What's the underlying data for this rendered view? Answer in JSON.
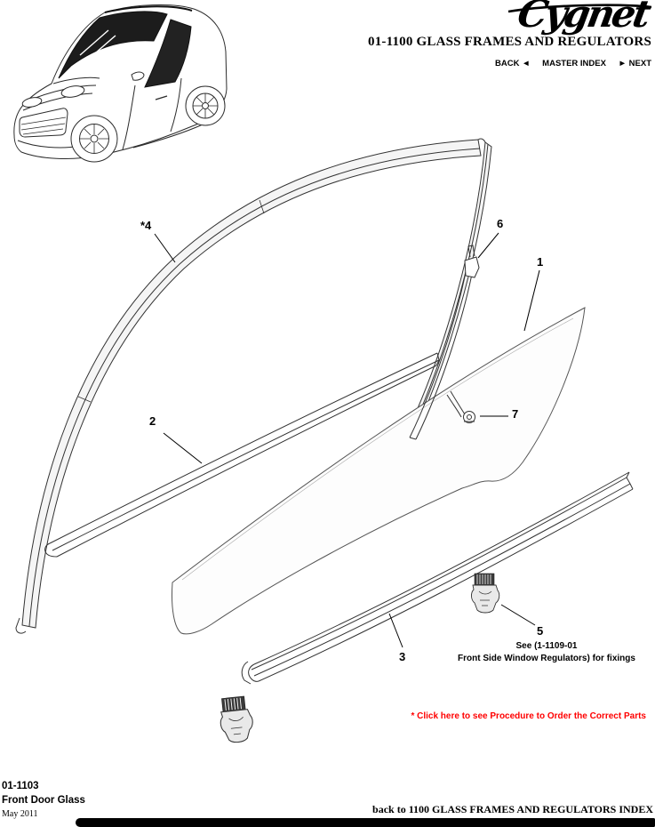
{
  "header": {
    "logo": "Cygnet",
    "title": "01-1100 GLASS FRAMES AND REGULATORS",
    "nav": {
      "back": "BACK",
      "back_arrow": "◄",
      "master_index": "MASTER INDEX",
      "next_arrow": "►",
      "next": "NEXT"
    }
  },
  "diagram": {
    "callouts": [
      {
        "label": "*4"
      },
      {
        "label": "6"
      },
      {
        "label": "1"
      },
      {
        "label": "2"
      },
      {
        "label": "7"
      },
      {
        "label": "3"
      },
      {
        "label": "5"
      }
    ],
    "fixings_note_line1": "See (1-1109-01",
    "fixings_note_line2": "Front Side Window Regulators) for fixings",
    "order_note": "* Click here to see Procedure to Order the Correct Parts",
    "order_note_color": "#ff0000"
  },
  "footer": {
    "section_number": "01-1103",
    "section_title": "Front Door Glass",
    "date": "May 2011",
    "index_link": "back to 1100 GLASS FRAMES AND REGULATORS INDEX"
  }
}
